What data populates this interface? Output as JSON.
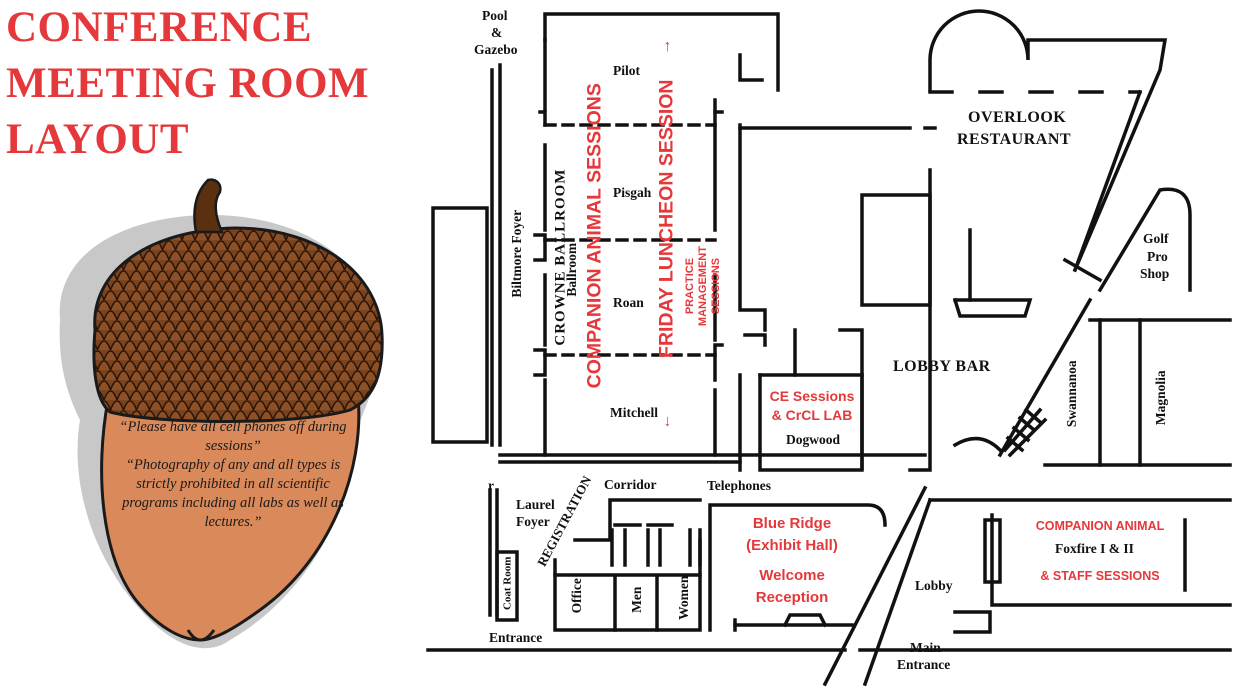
{
  "title": {
    "line1": "CONFERENCE",
    "line2": "MEETING ROOM",
    "line3": "LAYOUT"
  },
  "notice": {
    "phones": "“Please have all cell phones off during sessions”",
    "photography": "“Photography of any and all types is strictly prohibited in all scientific programs including all labs as well as lectures.”"
  },
  "rooms": {
    "pool": "Pool",
    "amp": "&",
    "gazebo": "Gazebo",
    "pilot": "Pilot",
    "pisgah": "Pisgah",
    "roan": "Roan",
    "mitchell": "Mitchell",
    "biltmore_foyer": "Biltmore Foyer",
    "crowne_ballroom": "CROWNE BALLROOM",
    "ballroom": "Ballroom",
    "overlook_1": "OVERLOOK",
    "overlook_2": "RESTAURANT",
    "golf_1": "Golf",
    "golf_2": "Pro",
    "golf_3": "Shop",
    "lobby_bar": "LOBBY BAR",
    "swannanoa": "Swannanoa",
    "magnolia": "Magnolia",
    "dogwood": "Dogwood",
    "corridor": "Corridor",
    "telephones": "Telephones",
    "laurel_1": "Laurel",
    "laurel_2": "Foyer",
    "registration": "REGISTRATION",
    "office": "Office",
    "men": "Men",
    "women": "Women",
    "coat_room": "Coat Room",
    "entrance": "Entrance",
    "lobby": "Lobby",
    "main_entrance_1": "Main",
    "main_entrance_2": "Entrance",
    "foxfire": "Foxfire I & II",
    "r_marker": "r"
  },
  "sessions": {
    "companion_animal": "COMPANION ANIMAL SESSIONS",
    "friday_luncheon": "FRIDAY LUNCHEON SESSION",
    "arrow_up": "→",
    "arrow_down": "←",
    "practice_1": "PRACTICE",
    "practice_2": "MANAGEMENT",
    "practice_3": "SESSIONS",
    "ce_1": "CE Sessions",
    "ce_2": "& CrCL LAB",
    "blue_ridge_1": "Blue Ridge",
    "blue_ridge_2": "(Exhibit Hall)",
    "welcome_1": "Welcome",
    "welcome_2": "Reception",
    "companion_staff_1": "COMPANION ANIMAL",
    "companion_staff_2": "& STAFF SESSIONS"
  },
  "colors": {
    "accent_red": "#e5383b",
    "acorn_cap": "#7a4320",
    "acorn_body": "#d9895a",
    "stem": "#5a3010",
    "shadow": "#c8c8c8"
  }
}
